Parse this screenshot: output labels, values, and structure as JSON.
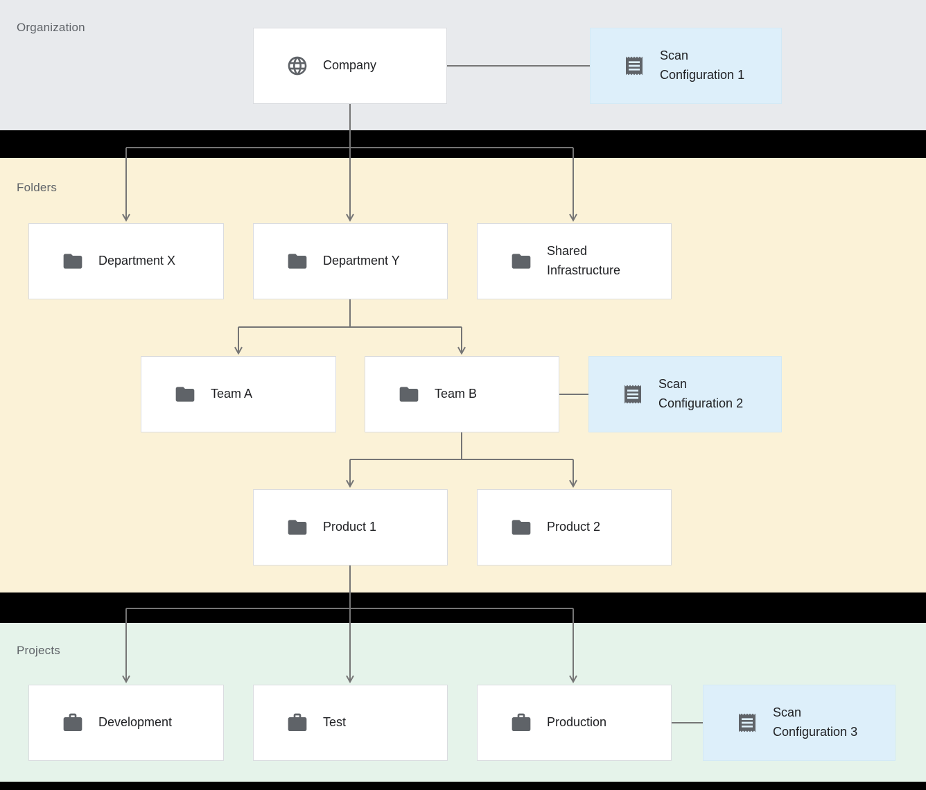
{
  "sections": {
    "organization": {
      "label": "Organization"
    },
    "folders": {
      "label": "Folders"
    },
    "projects": {
      "label": "Projects"
    }
  },
  "nodes": {
    "company": {
      "label": "Company",
      "icon": "globe-icon"
    },
    "scan_config_1": {
      "label": "Scan Configuration 1",
      "icon": "receipt-icon"
    },
    "department_x": {
      "label": "Department X",
      "icon": "folder-icon"
    },
    "department_y": {
      "label": "Department Y",
      "icon": "folder-icon"
    },
    "shared_infrastructure": {
      "label": "Shared Infrastructure",
      "icon": "folder-icon"
    },
    "team_a": {
      "label": "Team A",
      "icon": "folder-icon"
    },
    "team_b": {
      "label": "Team B",
      "icon": "folder-icon"
    },
    "scan_config_2": {
      "label": "Scan Configuration 2",
      "icon": "receipt-icon"
    },
    "product_1": {
      "label": "Product 1",
      "icon": "folder-icon"
    },
    "product_2": {
      "label": "Product 2",
      "icon": "folder-icon"
    },
    "development": {
      "label": "Development",
      "icon": "briefcase-icon"
    },
    "test": {
      "label": "Test",
      "icon": "briefcase-icon"
    },
    "production": {
      "label": "Production",
      "icon": "briefcase-icon"
    },
    "scan_config_3": {
      "label": "Scan Configuration 3",
      "icon": "receipt-icon"
    }
  },
  "edges": [
    {
      "from": "Company",
      "to": "Department X",
      "type": "hierarchy"
    },
    {
      "from": "Company",
      "to": "Department Y",
      "type": "hierarchy"
    },
    {
      "from": "Company",
      "to": "Shared Infrastructure",
      "type": "hierarchy"
    },
    {
      "from": "Department Y",
      "to": "Team A",
      "type": "hierarchy"
    },
    {
      "from": "Department Y",
      "to": "Team B",
      "type": "hierarchy"
    },
    {
      "from": "Team B",
      "to": "Product 1",
      "type": "hierarchy"
    },
    {
      "from": "Team B",
      "to": "Product 2",
      "type": "hierarchy"
    },
    {
      "from": "Product 1",
      "to": "Development",
      "type": "hierarchy"
    },
    {
      "from": "Product 1",
      "to": "Test",
      "type": "hierarchy"
    },
    {
      "from": "Product 1",
      "to": "Production",
      "type": "hierarchy"
    },
    {
      "from": "Company",
      "to": "Scan Configuration 1",
      "type": "association"
    },
    {
      "from": "Team B",
      "to": "Scan Configuration 2",
      "type": "association"
    },
    {
      "from": "Production",
      "to": "Scan Configuration 3",
      "type": "association"
    }
  ],
  "colors": {
    "canvas_bg": "#000000",
    "band_organization": "#e8eaed",
    "band_folders": "#fbf2d7",
    "band_projects": "#e5f3ea",
    "node_bg": "#ffffff",
    "node_border": "#dadce0",
    "scan_config_bg": "#ddeffa",
    "scan_config_border": "#d3e9f5",
    "icon": "#5f6368",
    "node_text": "#202124",
    "label_text": "#5f6368",
    "connector": "#757575"
  }
}
